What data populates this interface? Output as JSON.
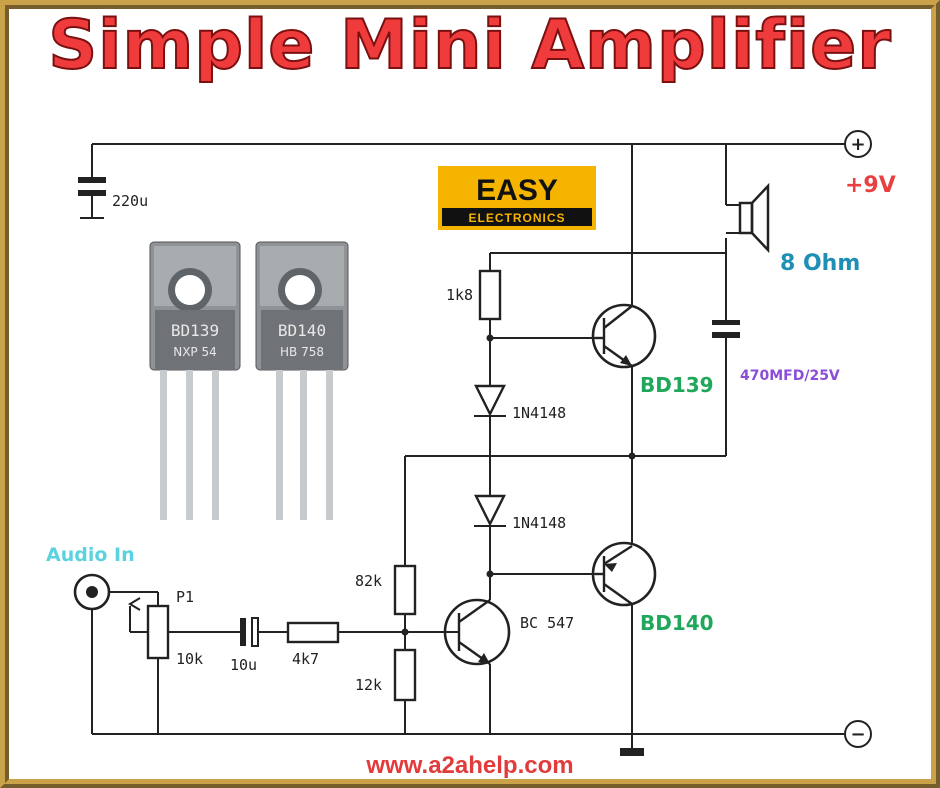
{
  "title": "Simple Mini Amplifier",
  "footer_url": "www.a2ahelp.com",
  "logo": {
    "line1": "EASY",
    "line2": "ELECTRONICS"
  },
  "labels": {
    "supply_plus": "+9V",
    "speaker": "8 Ohm",
    "cap_out": "470MFD/25V",
    "q_top": "BD139",
    "q_bottom": "BD140",
    "audio_in": "Audio In",
    "cap_supply": "220u",
    "r_1k8": "1k8",
    "d1": "1N4148",
    "d2": "1N4148",
    "r_82k": "82k",
    "r_12k": "12k",
    "q_driver": "BC 547",
    "pot_name": "P1",
    "pot_value": "10k",
    "cap_in": "10u",
    "r_4k7": "4k7",
    "terminal_plus": "+",
    "terminal_minus": "−"
  },
  "photo_parts": [
    {
      "line1": "BD139",
      "line2": "NXP 54"
    },
    {
      "line1": "BD140",
      "line2": "HB 758"
    }
  ],
  "colors": {
    "title": "#ef3b3b",
    "supply_plus": "#e84040",
    "speaker": "#1e8fb5",
    "cap_out": "#8a4fd6",
    "transistors": "#1fa75b",
    "audio_in": "#5bd2e0",
    "footer": "#e23b3b",
    "logo_bg": "#f4b400",
    "border": "#c9a24a"
  }
}
